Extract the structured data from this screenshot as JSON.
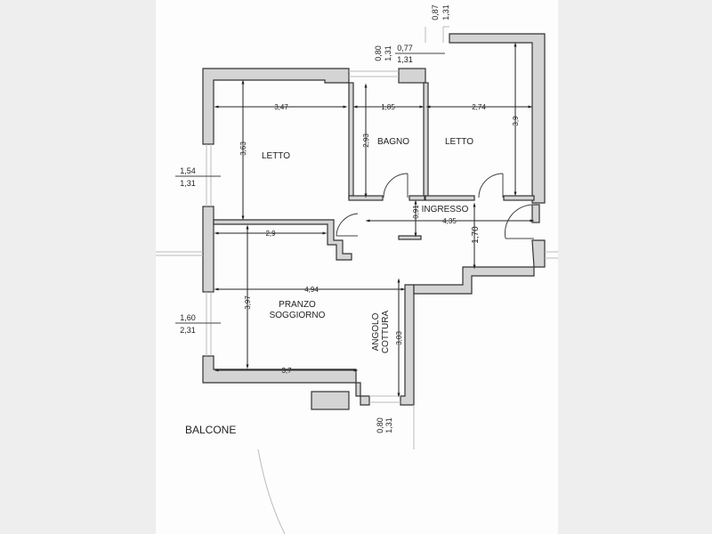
{
  "rooms": {
    "bedroom_left": "LETTO",
    "bathroom": "BAGNO",
    "bedroom_right": "LETTO",
    "entrance": "INGRESSO",
    "living_line1": "PRANZO",
    "living_line2": "SOGGIORNO",
    "kitchen_line1": "ANGOLO",
    "kitchen_line2": "COTTURA",
    "balcony": "BALCONE"
  },
  "dimensions": {
    "bedroom_left_width": "3,47",
    "bedroom_left_depth": "3,63",
    "bathroom_width": "1,85",
    "bathroom_depth": "2,93",
    "bedroom_right_width": "2,74",
    "bedroom_right_depth": "3,9",
    "entrance_width": "4,35",
    "entrance_depth": "1,70",
    "entrance_gap": "0,91",
    "hall_wall": "2,9",
    "living_width": "4,94",
    "living_depth": "3,97",
    "living_bottom": "3,7",
    "kitchen_depth": "3,03"
  },
  "windows": {
    "bath_w": "0,80",
    "bath_h": "1,31",
    "bed_right_w": "0,77",
    "bed_right_h": "1,31",
    "top_right_w": "0,87",
    "top_right_h": "1,31",
    "bed_left_w": "1,54",
    "bed_left_h": "1,31",
    "living_w": "1,60",
    "living_h": "2,31",
    "kitchen_w": "0,80",
    "kitchen_h": "1,31"
  }
}
